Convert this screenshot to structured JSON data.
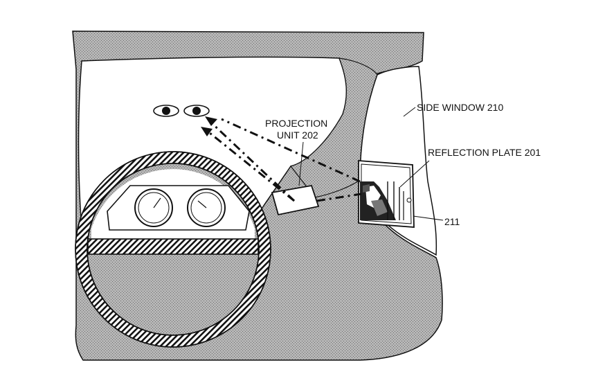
{
  "labels": {
    "side_window": "SIDE WINDOW 210",
    "projection_unit_line1": "PROJECTION",
    "projection_unit_line2": "UNIT 202",
    "reflection_plate": "REFLECTION PLATE 201",
    "ref_211": "211"
  },
  "colors": {
    "ink": "#111111",
    "paper": "#ffffff",
    "dash_fill": "#a8a8a8"
  }
}
